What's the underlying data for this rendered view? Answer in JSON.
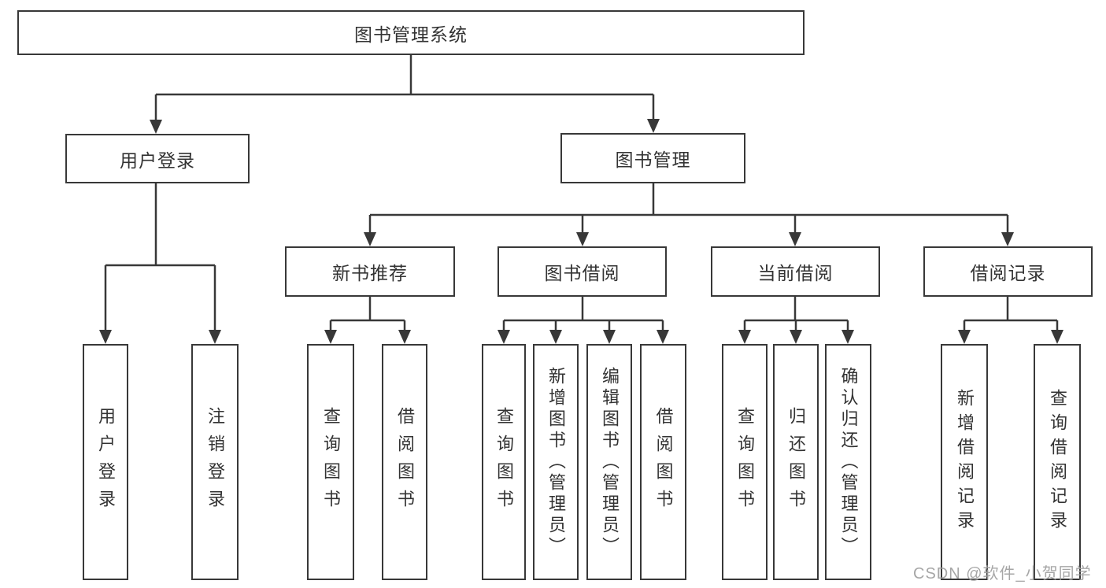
{
  "tree": {
    "root": {
      "label": "图书管理系统"
    },
    "branches": [
      {
        "label": "用户登录",
        "children": [
          "用户登录",
          "注销登录"
        ]
      },
      {
        "label": "图书管理",
        "children": [
          {
            "label": "新书推荐",
            "children": [
              "查询图书",
              "借阅图书"
            ]
          },
          {
            "label": "图书借阅",
            "children": [
              "查询图书",
              "新增图书（管理员）",
              "编辑图书（管理员）",
              "借阅图书"
            ]
          },
          {
            "label": "当前借阅",
            "children": [
              "查询图书",
              "归还图书",
              "确认归还（管理员）"
            ]
          },
          {
            "label": "借阅记录",
            "children": [
              "新增借阅记录",
              "查询借阅记录"
            ]
          }
        ]
      }
    ]
  },
  "watermark": {
    "text": "CSDN @软件_小贺同学"
  },
  "colors": {
    "line": "#383838",
    "text": "#333333",
    "box_fill": "#ffffff",
    "background": "#ffffff",
    "watermark": "#9e9e9e"
  }
}
